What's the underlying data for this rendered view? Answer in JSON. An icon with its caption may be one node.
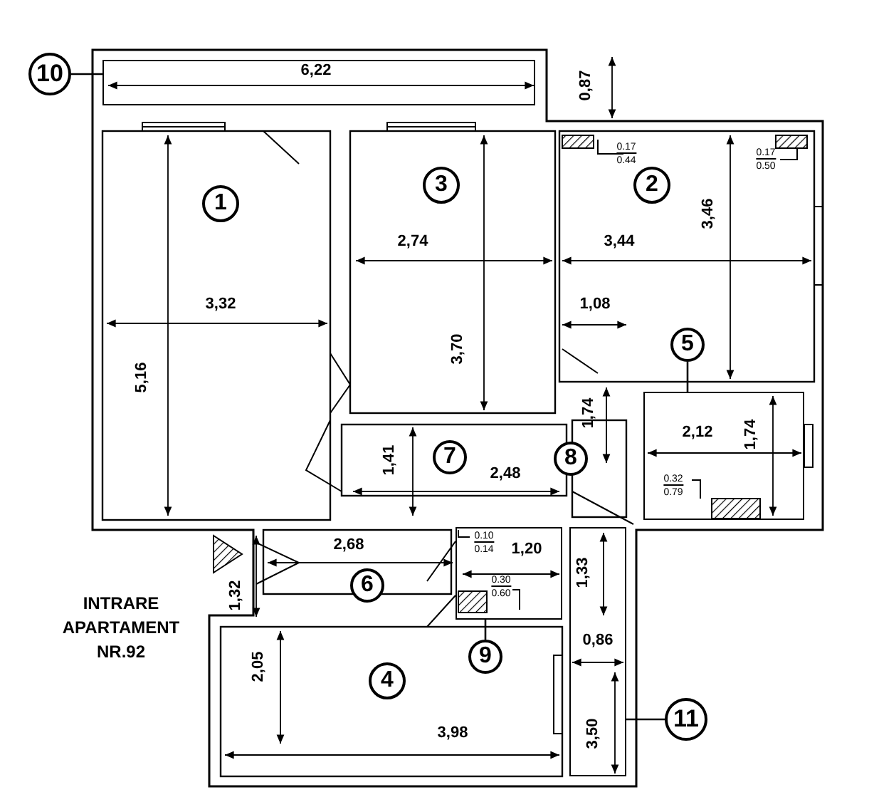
{
  "diagram": {
    "nodes": [
      {
        "text": [
          "10"
        ]
      },
      {
        "text": [],
        "shape": "box"
      },
      {
        "text": [
          "1"
        ]
      },
      {
        "text": [
          "3"
        ]
      },
      {
        "text": [
          "2"
        ]
      },
      {
        "text": [
          "5"
        ]
      },
      {
        "text": [],
        "shape": "box"
      },
      {
        "text": [
          "7"
        ]
      },
      {
        "text": [
          "8"
        ]
      },
      {
        "text": [
          "6"
        ]
      },
      {
        "text": [
          "9"
        ]
      },
      {
        "text": [],
        "shape": "box"
      },
      {
        "text": [
          "4"
        ]
      },
      {
        "text": [
          "11"
        ]
      },
      {
        "text": [],
        "shape": "box"
      }
    ],
    "edges": [
      {
        "from": 0,
        "to": 1,
        "arrow": "none"
      },
      {
        "from": 5,
        "to": 6,
        "arrow": "none"
      },
      {
        "from": 10,
        "to": 11,
        "arrow": "none"
      },
      {
        "from": 13,
        "to": 14,
        "arrow": "none"
      }
    ],
    "labels": [
      "6,22",
      "0,87",
      "0.17",
      "0.44",
      "0.17",
      "0.50",
      "3,46",
      "3,32",
      "2,74",
      "3,44",
      "5,16",
      "3,70",
      "1,08",
      "1,74",
      "2,12",
      "1,74",
      "1,41",
      "2,48",
      "0.32",
      "0.79",
      "2,68",
      "0.10",
      "0.14",
      "1,20",
      "1,32",
      "0.30",
      "0.60",
      "1,33",
      "INTRARE APARTAMENT NR.92",
      "0,86",
      "2,05",
      "3,98",
      "3,50"
    ]
  }
}
